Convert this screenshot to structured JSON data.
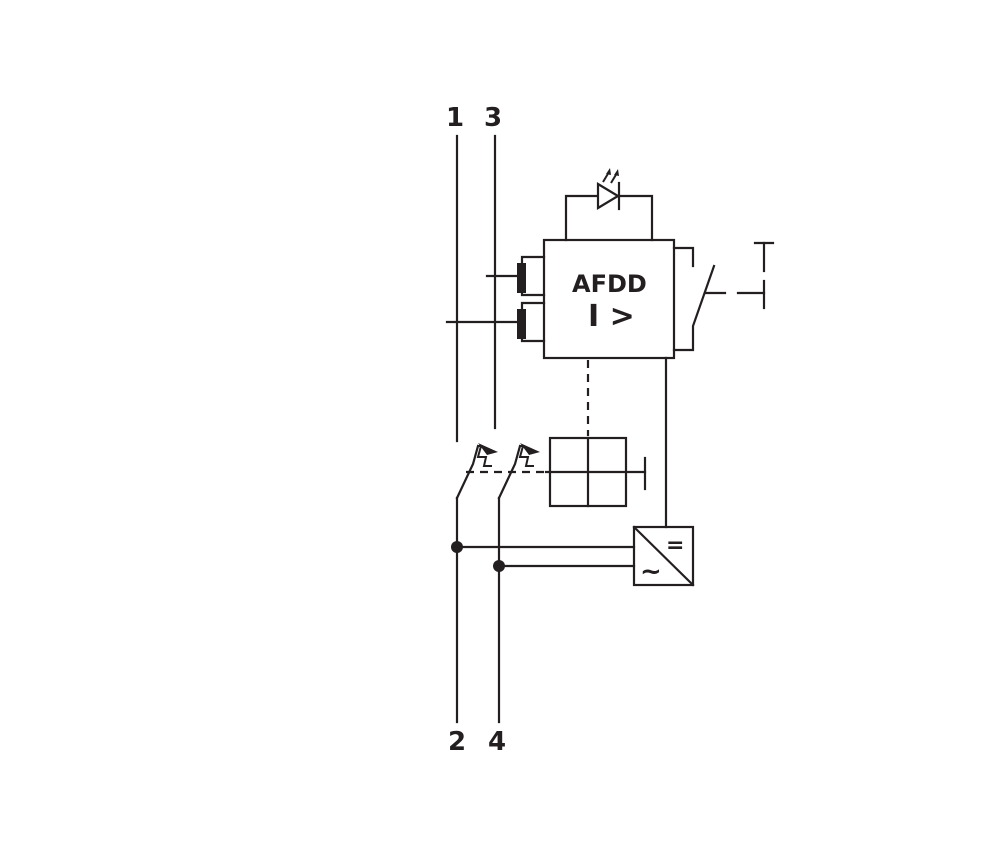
{
  "diagram": {
    "type": "electrical-schematic",
    "description": "AFDD (Arc Fault Detection Device) combined with 2-pole circuit breaker",
    "terminals": {
      "top_left": "1",
      "top_right": "3",
      "bottom_left": "2",
      "bottom_right": "4"
    },
    "main_block": {
      "line1": "AFDD",
      "line2": "I >"
    },
    "converter": {
      "dc_symbol": "=",
      "ac_symbol": "~"
    },
    "components": [
      "current-sensor-coil-1",
      "current-sensor-coil-2",
      "status-led",
      "test-pushbutton",
      "trip-actuator",
      "pole-switch-1",
      "pole-switch-2",
      "ac-dc-converter"
    ],
    "colors": {
      "line": "#231f20",
      "background": "#ffffff"
    }
  }
}
